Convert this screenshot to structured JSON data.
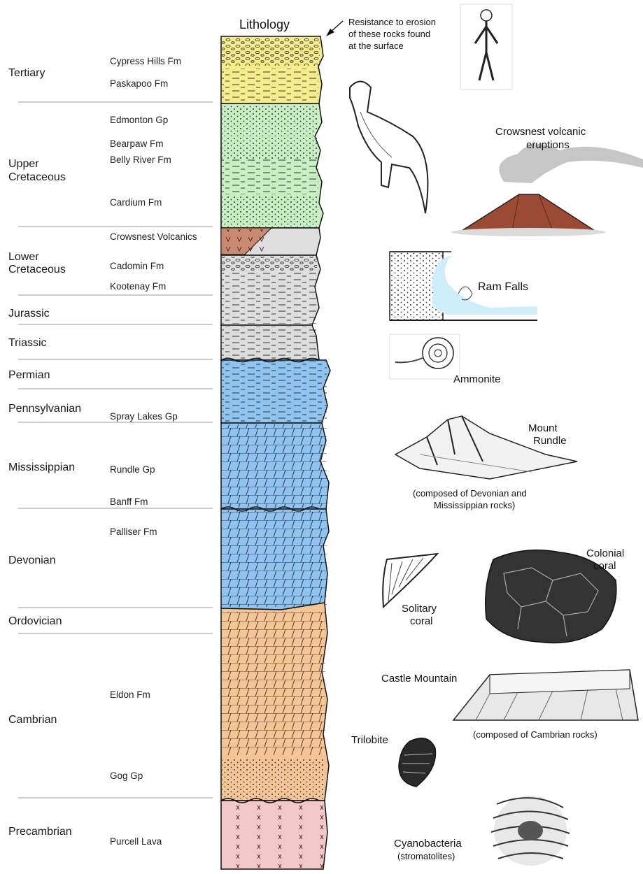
{
  "column_title": "Lithology",
  "resistance_note": [
    "Resistance to erosion",
    "of these rocks found",
    "at the surface"
  ],
  "periods": [
    {
      "lines": [
        "Tertiary"
      ]
    },
    {
      "lines": [
        "Upper",
        "Cretaceous"
      ]
    },
    {
      "lines": [
        "Lower",
        "Cretaceous"
      ]
    },
    {
      "lines": [
        "Jurassic"
      ]
    },
    {
      "lines": [
        "Triassic"
      ]
    },
    {
      "lines": [
        "Permian"
      ]
    },
    {
      "lines": [
        "Pennsylvanian"
      ]
    },
    {
      "lines": [
        "Mississippian"
      ]
    },
    {
      "lines": [
        "Devonian"
      ]
    },
    {
      "lines": [
        "Ordovician"
      ]
    },
    {
      "lines": [
        "Cambrian"
      ]
    },
    {
      "lines": [
        "Precambrian"
      ]
    }
  ],
  "formations": [
    "Cypress Hills Fm",
    "Paskapoo Fm",
    "Edmonton Gp",
    "Bearpaw Fm",
    "Belly River Fm",
    "Cardium Fm",
    "Crowsnest Volcanics",
    "Cadomin Fm",
    "Kootenay Fm",
    "Spray Lakes Gp",
    "Rundle Gp",
    "Banff Fm",
    "Palliser Fm",
    "Eldon Fm",
    "Gog Gp",
    "Purcell Lava"
  ],
  "annotations": {
    "crowsnest": [
      "Crowsnest volcanic",
      "eruptions"
    ],
    "ram_falls": "Ram Falls",
    "ammonite": "Ammonite",
    "mount_rundle": [
      "Mount",
      "Rundle"
    ],
    "mount_rundle_note": [
      "(composed of Devonian and",
      "Mississippian rocks)"
    ],
    "colonial_coral": [
      "Colonial",
      "coral"
    ],
    "solitary_coral": [
      "Solitary",
      "coral"
    ],
    "castle_mountain": "Castle Mountain",
    "castle_note": "(composed of Cambrian rocks)",
    "trilobite": "Trilobite",
    "cyanobacteria": [
      "Cyanobacteria",
      "(stromatolites)"
    ]
  },
  "colors": {
    "tertiary": "#f7ec8c",
    "upper_cretaceous": "#c7efc3",
    "volcanic": "#c98a72",
    "lower_cretaceous": "#dedede",
    "carbonate": "#8fc3f0",
    "cambrian": "#f5c596",
    "precambrian": "#f3c8c8"
  }
}
